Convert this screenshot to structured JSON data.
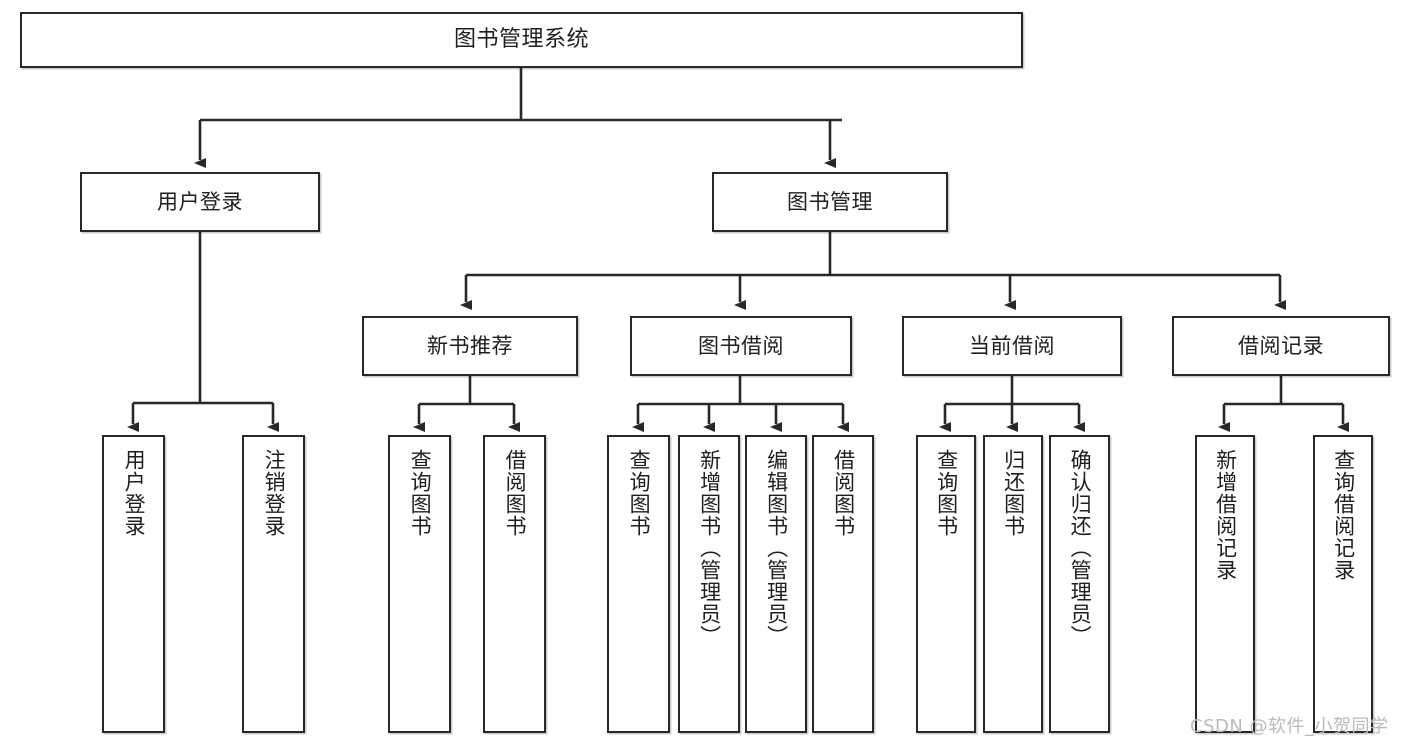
{
  "diagram": {
    "title": "图书管理系统",
    "type": "tree-hierarchy-diagram",
    "colors": {
      "box_border": "#26282b",
      "box_fill": "#ffffff",
      "connector": "#26282b",
      "text": "#1d1f21",
      "watermark": "#b9bbbd",
      "background": "#ffffff"
    },
    "root": {
      "label": "图书管理系统"
    },
    "level2": [
      {
        "label": "用户登录"
      },
      {
        "label": "图书管理"
      }
    ],
    "level3": [
      {
        "label": "新书推荐"
      },
      {
        "label": "图书借阅"
      },
      {
        "label": "当前借阅"
      },
      {
        "label": "借阅记录"
      }
    ],
    "leaves": {
      "user_login": [
        {
          "label": "用户登录"
        },
        {
          "label": "注销登录"
        }
      ],
      "new_book_recommend": [
        {
          "label": "查询图书"
        },
        {
          "label": "借阅图书"
        }
      ],
      "book_borrow": [
        {
          "label": "查询图书"
        },
        {
          "label": "新增图书（管理员）"
        },
        {
          "label": "编辑图书（管理员）"
        },
        {
          "label": "借阅图书"
        }
      ],
      "current_borrow": [
        {
          "label": "查询图书"
        },
        {
          "label": "归还图书"
        },
        {
          "label": "确认归还（管理员）"
        }
      ],
      "borrow_record": [
        {
          "label": "新增借阅记录"
        },
        {
          "label": "查询借阅记录"
        }
      ]
    },
    "watermark": "CSDN @软件_小贺同学"
  }
}
